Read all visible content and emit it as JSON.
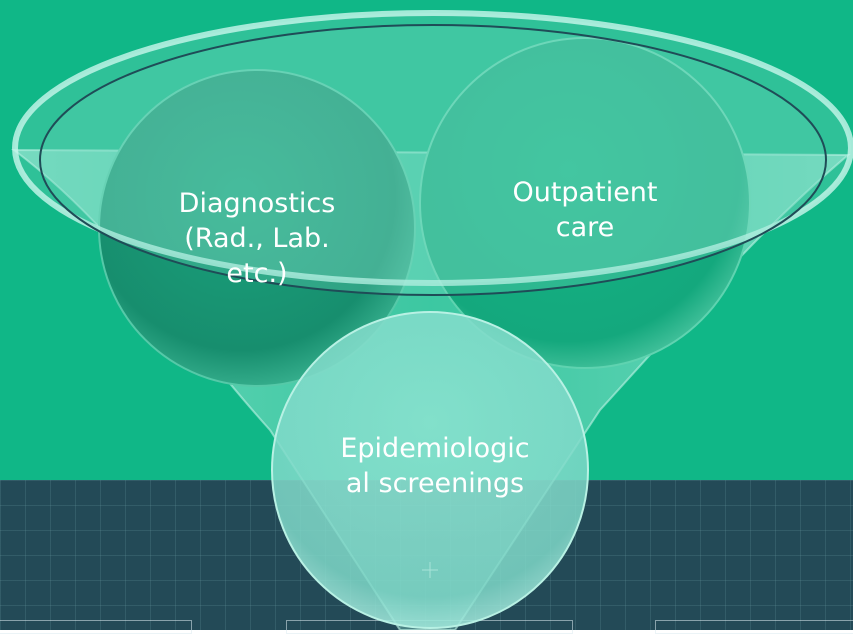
{
  "funnel": {
    "circles": [
      {
        "id": "diagnostics",
        "label_lines": [
          "Diagnostics",
          "(Rad., Lab.",
          "etc.)"
        ]
      },
      {
        "id": "outpatient",
        "label_lines": [
          "Outpatient",
          "care"
        ]
      },
      {
        "id": "epidemiologic",
        "label_lines": [
          "Epidemiologic",
          "al screenings"
        ]
      }
    ]
  },
  "colors": {
    "background_top": "#10b787",
    "background_bottom": "#234a57",
    "funnel_fill": "#7fe0c8",
    "circle_dark": "#1a9e7a",
    "rim_stroke": "#1f4c57"
  }
}
